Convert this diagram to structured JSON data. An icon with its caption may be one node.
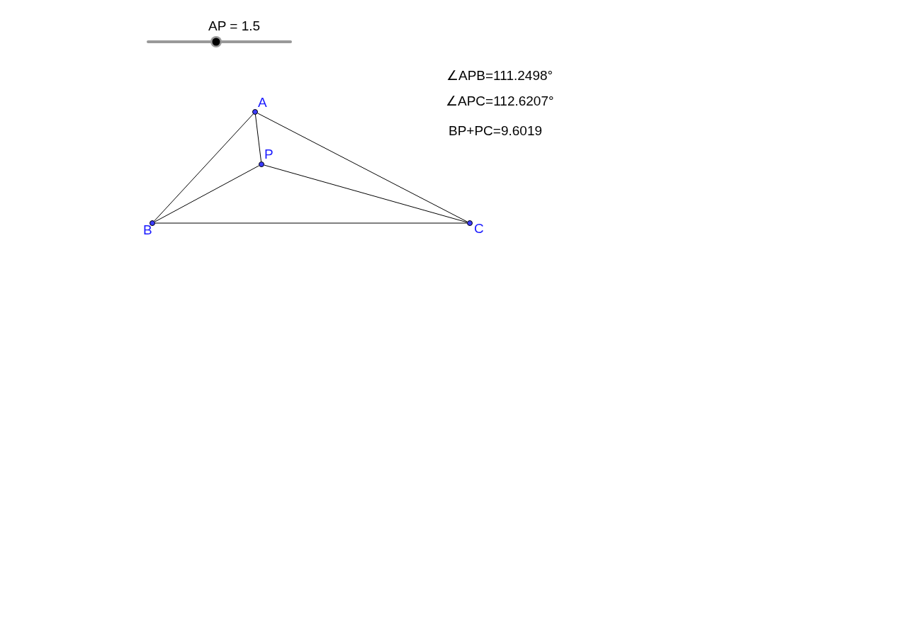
{
  "diagram": {
    "nodes": [
      {
        "text": [
          "A"
        ]
      },
      {
        "text": [
          "P"
        ]
      },
      {
        "text": [
          "B"
        ]
      },
      {
        "text": [
          "C"
        ]
      }
    ],
    "edges": [
      {
        "from": 0,
        "to": 2,
        "arrow": "none"
      },
      {
        "from": 0,
        "to": 3,
        "arrow": "none"
      },
      {
        "from": 2,
        "to": 3,
        "arrow": "none"
      },
      {
        "from": 0,
        "to": 1,
        "arrow": "none"
      },
      {
        "from": 2,
        "to": 1,
        "arrow": "none"
      },
      {
        "from": 3,
        "to": 1,
        "arrow": "none"
      }
    ],
    "labels": [
      "AP = 1.5",
      "∠APB=111.2498°",
      "∠APC=112.6207°",
      "BP+PC=9.6019"
    ]
  }
}
